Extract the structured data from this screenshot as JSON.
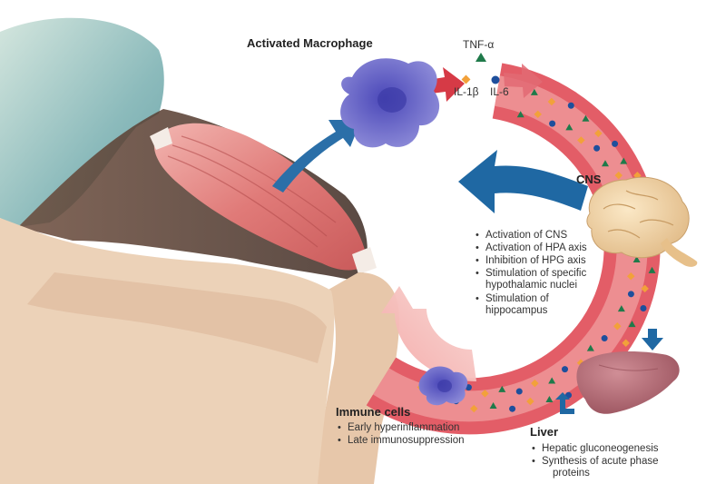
{
  "labels": {
    "macrophage": "Activated Macrophage",
    "tnf": "TNF-α",
    "il1": "IL-1β",
    "il6": "IL-6",
    "cns": "CNS",
    "immune": "Immune cells",
    "liver": "Liver"
  },
  "cns_effects": [
    "Activation of CNS",
    "Activation of HPA axis",
    "Inhibition of HPG axis",
    "Stimulation of specific",
    "hypothalamic nuclei",
    "Stimulation of",
    "hippocampus"
  ],
  "immune_effects": [
    "Early hyperinflammation",
    "Late immunosuppression"
  ],
  "liver_effects": [
    "Hepatic gluconeogenesis",
    "Synthesis of acute phase",
    "proteins"
  ],
  "colors": {
    "vessel": "#e8606a",
    "vessel_inner": "#f7c9c6",
    "macrophage": "#6f6dc8",
    "arrow_blue": "#1f6aa5",
    "arrow_red": "#d9414b",
    "tnf_marker": "#1f7a4a",
    "il1_marker": "#f2a13a",
    "il6_marker": "#1e4f9c",
    "liver": "#b8707a",
    "brain": "#f0d7a8",
    "skin": "#e8c6a8",
    "muscle": "#d96a68",
    "shirt": "#7bb5b8"
  }
}
